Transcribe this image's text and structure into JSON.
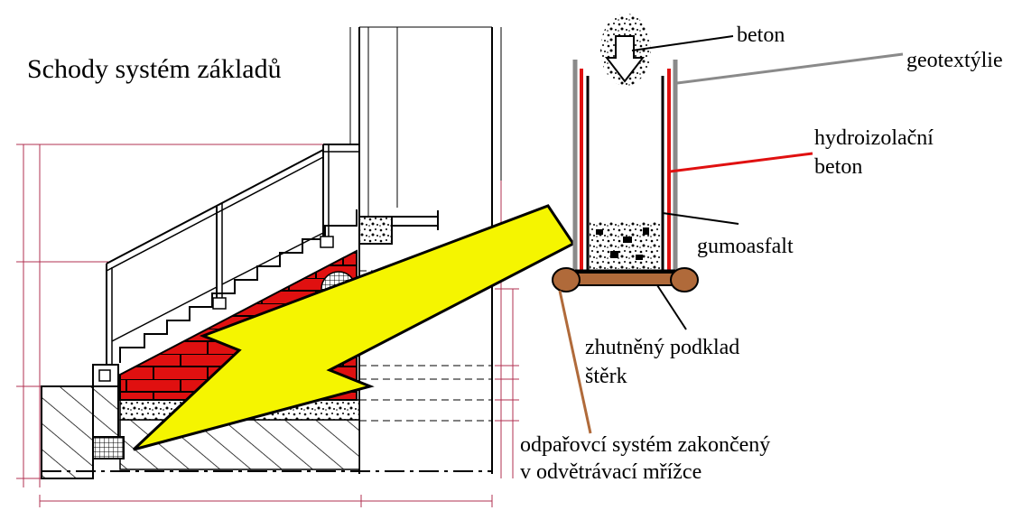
{
  "diagram": {
    "title": "Schody systém základů",
    "labels": {
      "beton_top": "beton",
      "geotextilie": "geotextýlie",
      "hydro_line1": "hydroizolační",
      "hydro_line2": "beton",
      "gumoasfalt": "gumoasfalt",
      "podklad_line1": "zhutněný podklad",
      "podklad_line2": "štěrk",
      "odparovaci_line1": "odpařovcí systém zakončený",
      "odparovaci_line2": "v odvětrávací mřížce"
    },
    "colors": {
      "brick": "#e01010",
      "arrow": "#f5f500",
      "hydro": "#e01010",
      "geotextile": "#8a8a8a",
      "pipe": "#b06a3a",
      "dimension": "#b03050"
    }
  }
}
